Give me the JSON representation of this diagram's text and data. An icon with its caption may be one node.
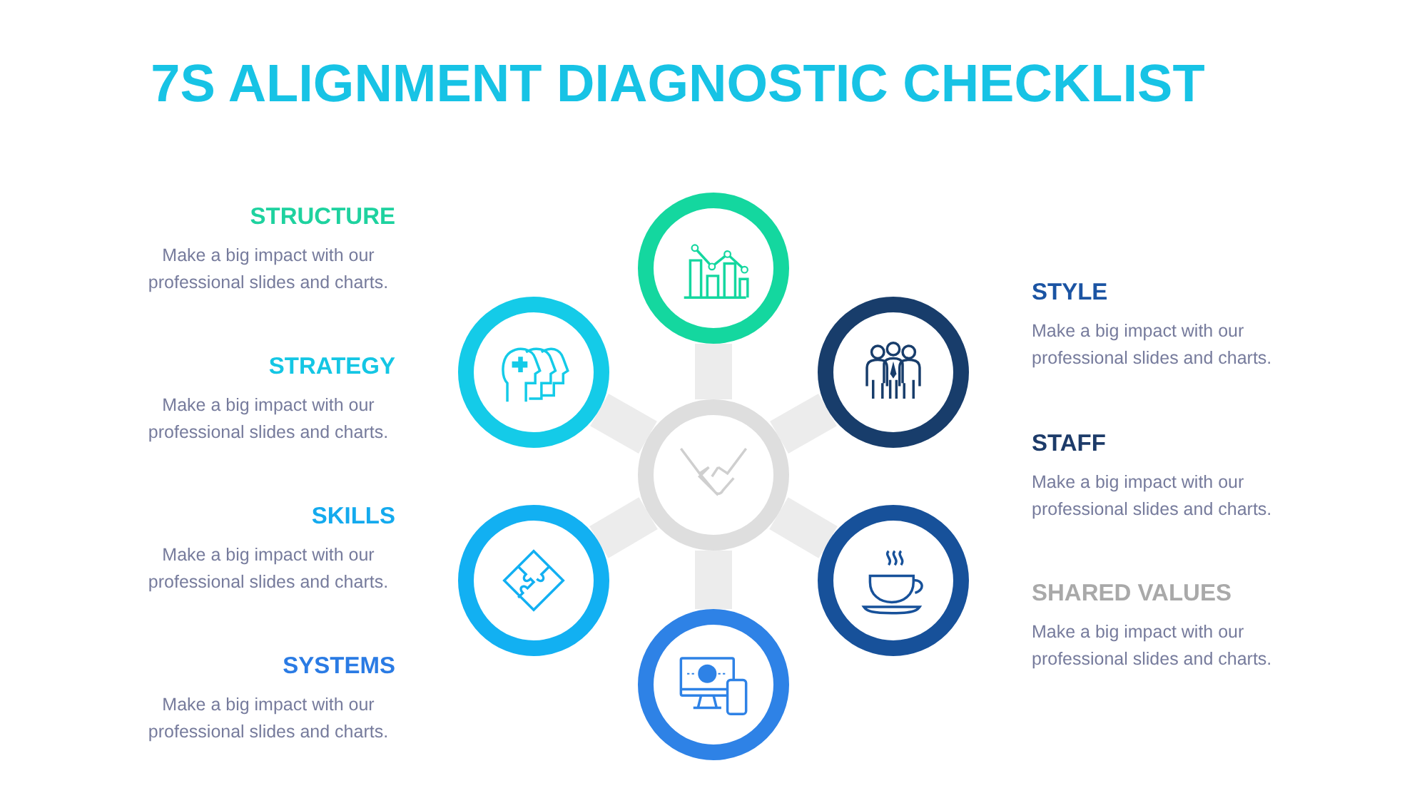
{
  "diagram": {
    "title": "7S ALIGNMENT DIAGNOSTIC CHECKLIST",
    "nodes": [
      {
        "text": [],
        "shape": "circle",
        "beside": [
          "STRUCTURE",
          "Make a big impact with our professional slides and charts."
        ]
      },
      {
        "text": [],
        "shape": "circle",
        "beside": [
          "STRATEGY",
          "Make a big impact with our professional slides and charts."
        ]
      },
      {
        "text": [],
        "shape": "circle",
        "beside": [
          "STAFF",
          "Make a big impact with our professional slides and charts."
        ]
      },
      {
        "text": [],
        "shape": "circle",
        "beside": [
          "SHARED VALUES",
          "Make a big impact with our professional slides and charts."
        ]
      },
      {
        "text": [],
        "shape": "circle",
        "beside": [
          "SKILLS",
          "Make a big impact with our professional slides and charts."
        ]
      },
      {
        "text": [],
        "shape": "circle",
        "beside": [
          "STYLE",
          "Make a big impact with our professional slides and charts."
        ]
      },
      {
        "text": [],
        "shape": "circle",
        "beside": [
          "SYSTEMS",
          "Make a big impact with our professional slides and charts."
        ]
      }
    ],
    "edges": [
      {
        "from": 3,
        "to": 0,
        "arrow": "none"
      },
      {
        "from": 3,
        "to": 1,
        "arrow": "none"
      },
      {
        "from": 3,
        "to": 2,
        "arrow": "none"
      },
      {
        "from": 3,
        "to": 4,
        "arrow": "none"
      },
      {
        "from": 3,
        "to": 5,
        "arrow": "none"
      },
      {
        "from": 3,
        "to": 6,
        "arrow": "none"
      }
    ]
  }
}
